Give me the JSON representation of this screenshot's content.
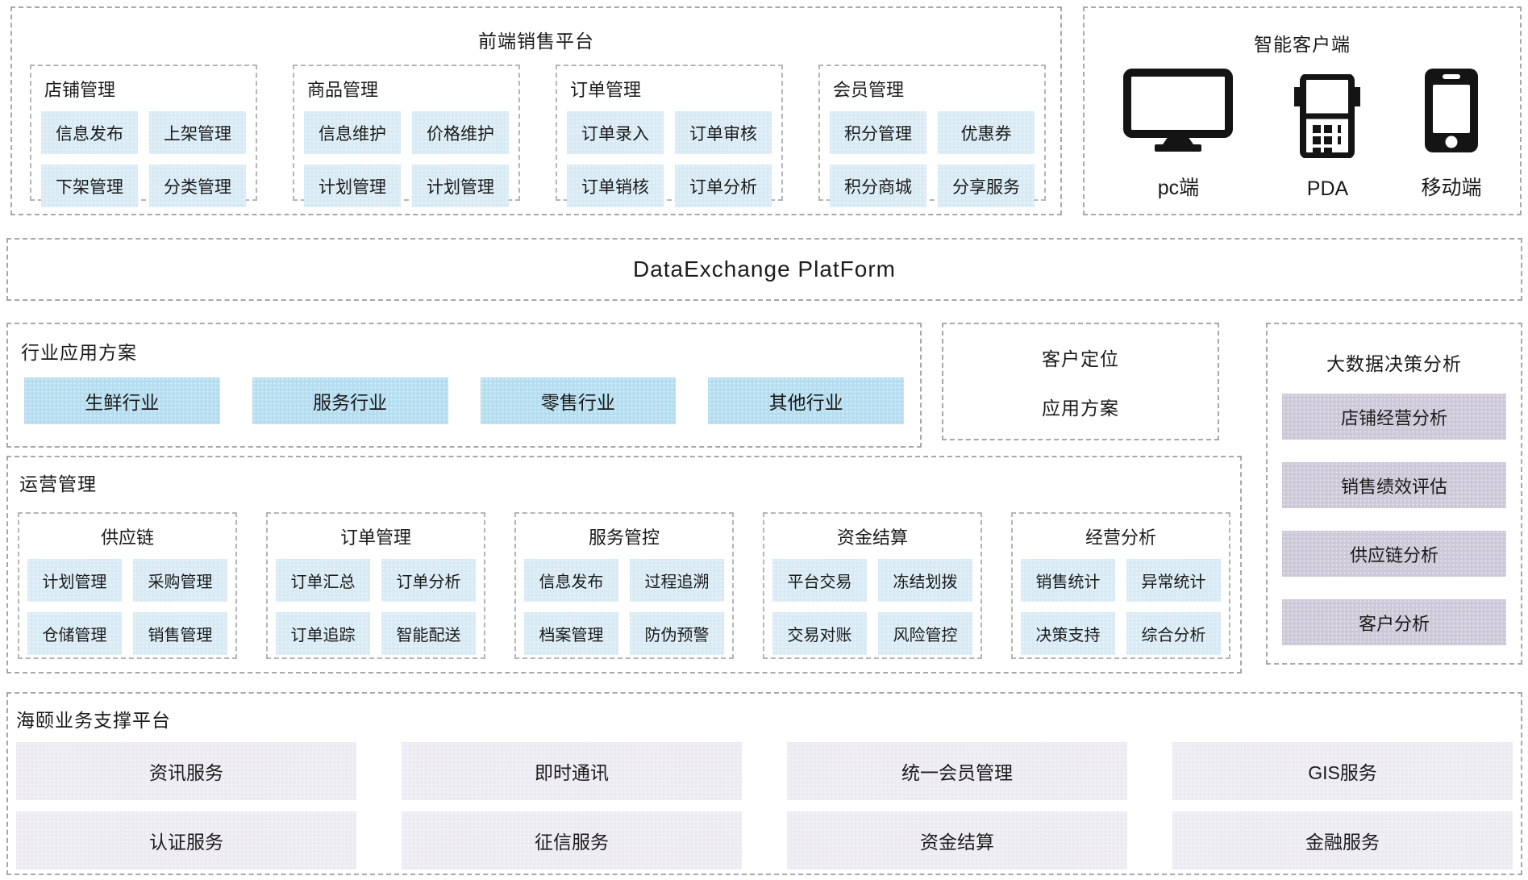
{
  "colors": {
    "tile_blue_light": "#d8eaf4",
    "tile_blue_medium": "#b5ddf0",
    "tile_lavender": "#cdc8d7",
    "tile_lavender_pale": "#edebf2",
    "border_dashed": "#a8a8a8",
    "text": "#1a1a1a"
  },
  "frontend_platform": {
    "title": "前端销售平台",
    "groups": [
      {
        "title": "店铺管理",
        "items": [
          "信息发布",
          "上架管理",
          "下架管理",
          "分类管理"
        ]
      },
      {
        "title": "商品管理",
        "items": [
          "信息维护",
          "价格维护",
          "计划管理",
          "计划管理"
        ]
      },
      {
        "title": "订单管理",
        "items": [
          "订单录入",
          "订单审核",
          "订单销核",
          "订单分析"
        ]
      },
      {
        "title": "会员管理",
        "items": [
          "积分管理",
          "优惠券",
          "积分商城",
          "分享服务"
        ]
      }
    ]
  },
  "smart_client": {
    "title": "智能客户端",
    "devices": [
      {
        "label": "pc端",
        "icon": "desktop-monitor-icon"
      },
      {
        "label": "PDA",
        "icon": "pda-icon"
      },
      {
        "label": "移动端",
        "icon": "smartphone-icon"
      }
    ]
  },
  "data_exchange": {
    "title": "DataExchange  PlatForm"
  },
  "industry_solutions": {
    "title": "行业应用方案",
    "items": [
      "生鲜行业",
      "服务行业",
      "零售行业",
      "其他行业"
    ]
  },
  "customer_positioning": {
    "line1": "客户定位",
    "line2": "应用方案"
  },
  "big_data": {
    "title": "大数据决策分析",
    "items": [
      "店铺经营分析",
      "销售绩效评估",
      "供应链分析",
      "客户分析"
    ]
  },
  "operations": {
    "title": "运营管理",
    "groups": [
      {
        "title": "供应链",
        "items": [
          "计划管理",
          "采购管理",
          "仓储管理",
          "销售管理"
        ]
      },
      {
        "title": "订单管理",
        "items": [
          "订单汇总",
          "订单分析",
          "订单追踪",
          "智能配送"
        ]
      },
      {
        "title": "服务管控",
        "items": [
          "信息发布",
          "过程追溯",
          "档案管理",
          "防伪预警"
        ]
      },
      {
        "title": "资金结算",
        "items": [
          "平台交易",
          "冻结划拨",
          "交易对账",
          "风险管控"
        ]
      },
      {
        "title": "经营分析",
        "items": [
          "销售统计",
          "异常统计",
          "决策支持",
          "综合分析"
        ]
      }
    ]
  },
  "support_platform": {
    "title": "海颐业务支撑平台",
    "items": [
      "资讯服务",
      "即时通讯",
      "统一会员管理",
      "GIS服务",
      "认证服务",
      "征信服务",
      "资金结算",
      "金融服务"
    ]
  }
}
